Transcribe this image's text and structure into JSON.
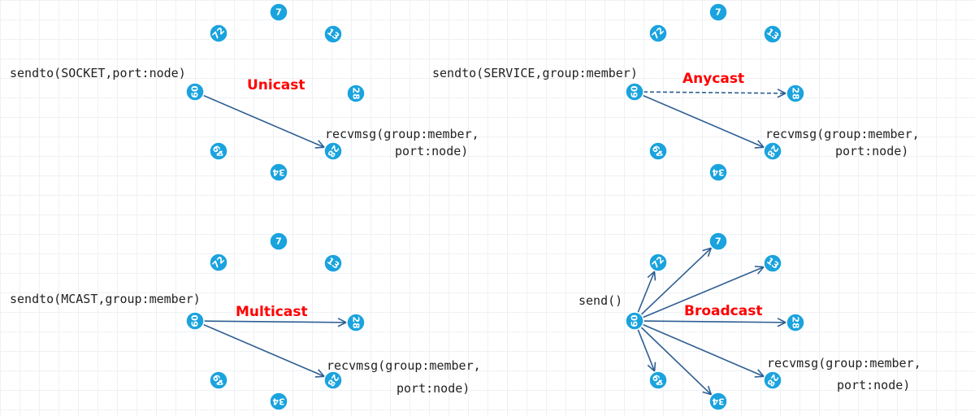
{
  "colors": {
    "node": "#1aa3de",
    "node_ring": "#ffffff",
    "arrow": "#2e5e92",
    "title": "#ff0000",
    "text": "#222222"
  },
  "panels": [
    {
      "id": "unicast",
      "title": "Unicast",
      "send_call": "sendto(SOCKET,port:node)",
      "recv_line1": "recvmsg(group:member,",
      "recv_line2": "port:node)",
      "nodes": [
        "7",
        "13",
        "28",
        "28",
        "34",
        "49",
        "60",
        "72"
      ],
      "arrows": [
        {
          "from": "60",
          "to": "28b",
          "style": "solid"
        }
      ]
    },
    {
      "id": "anycast",
      "title": "Anycast",
      "send_call": "sendto(SERVICE,group:member)",
      "recv_line1": "recvmsg(group:member,",
      "recv_line2": "port:node)",
      "nodes": [
        "7",
        "13",
        "28",
        "28",
        "34",
        "49",
        "60",
        "72"
      ],
      "arrows": [
        {
          "from": "60",
          "to": "28a",
          "style": "dashed"
        },
        {
          "from": "60",
          "to": "28b",
          "style": "solid"
        }
      ]
    },
    {
      "id": "multicast",
      "title": "Multicast",
      "send_call": "sendto(MCAST,group:member)",
      "recv_line1": "recvmsg(group:member,",
      "recv_line2": "port:node)",
      "nodes": [
        "7",
        "13",
        "28",
        "28",
        "34",
        "49",
        "60",
        "72"
      ],
      "arrows": [
        {
          "from": "60",
          "to": "28a",
          "style": "solid"
        },
        {
          "from": "60",
          "to": "28b",
          "style": "solid"
        }
      ]
    },
    {
      "id": "broadcast",
      "title": "Broadcast",
      "send_call": "send()",
      "recv_line1": "recvmsg(group:member,",
      "recv_line2": "port:node)",
      "nodes": [
        "7",
        "13",
        "28",
        "28",
        "34",
        "49",
        "60",
        "72"
      ],
      "arrows": [
        {
          "from": "60",
          "to": "72",
          "style": "solid"
        },
        {
          "from": "60",
          "to": "7",
          "style": "solid"
        },
        {
          "from": "60",
          "to": "13",
          "style": "solid"
        },
        {
          "from": "60",
          "to": "28a",
          "style": "solid"
        },
        {
          "from": "60",
          "to": "28b",
          "style": "solid"
        },
        {
          "from": "60",
          "to": "34",
          "style": "solid"
        },
        {
          "from": "60",
          "to": "49",
          "style": "solid"
        }
      ]
    }
  ]
}
